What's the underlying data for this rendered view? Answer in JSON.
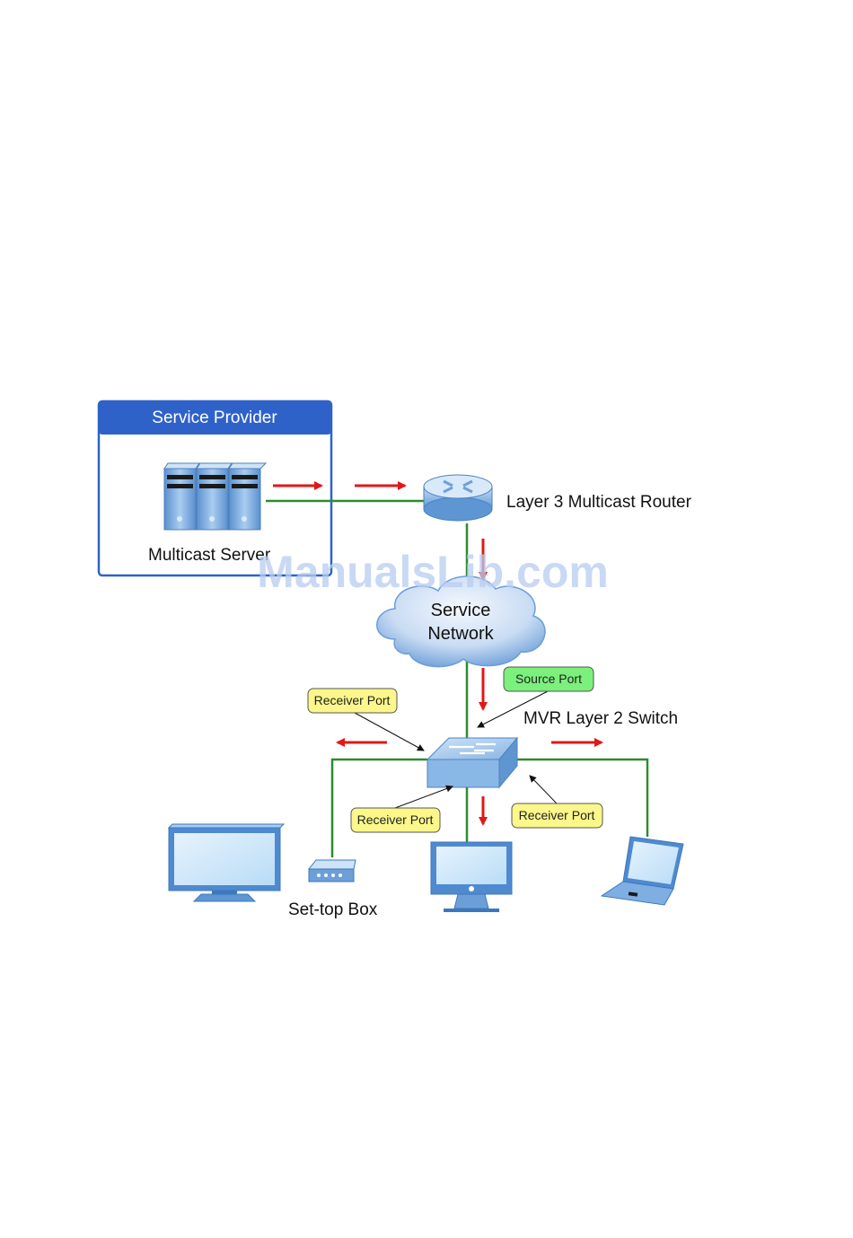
{
  "diagram": {
    "provider_title": "Service Provider",
    "server_label": "Multicast Server",
    "router_label": "Layer 3 Multicast Router",
    "cloud_line1": "Service",
    "cloud_line2": "Network",
    "switch_label": "MVR Layer 2 Switch",
    "stb_label": "Set-top Box",
    "port_tags": {
      "source": "Source Port",
      "receiver_top_left": "Receiver Port",
      "receiver_bottom_left": "Receiver Port",
      "receiver_bottom_right": "Receiver Port"
    },
    "watermark": "ManualsLib.com"
  },
  "colors": {
    "link_green": "#2e8b2e",
    "flow_arrow_red": "#e01818",
    "provider_header_blue": "#2f62c9",
    "source_tag_green": "#7cf07c",
    "receiver_tag_yellow": "#fbf78a"
  }
}
